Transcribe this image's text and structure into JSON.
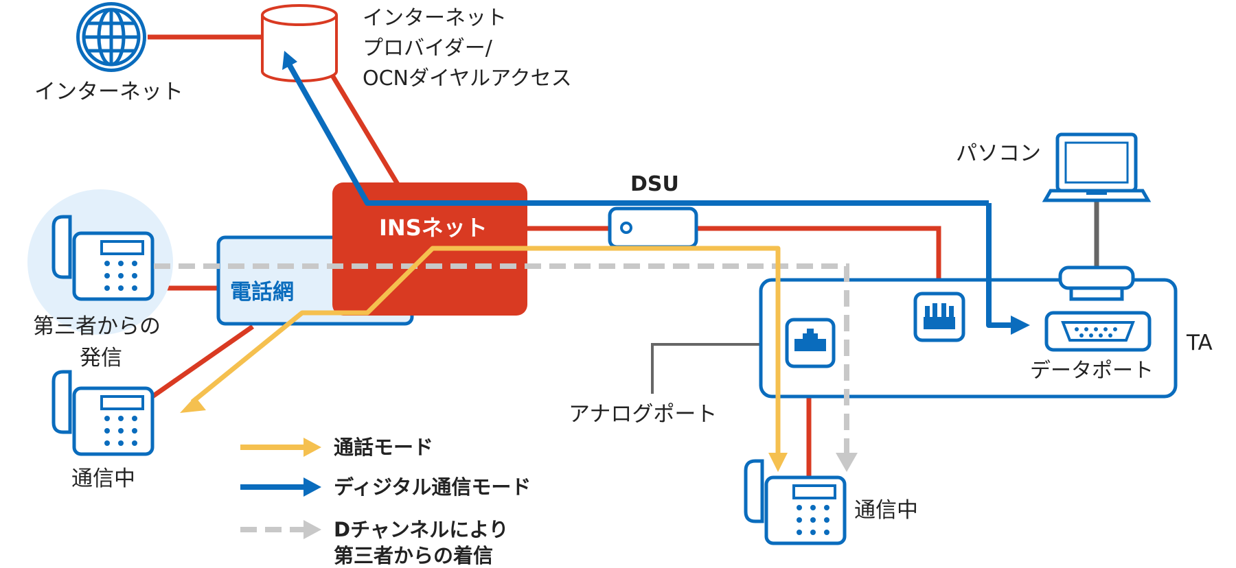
{
  "labels": {
    "internet": "インターネット",
    "provider_line1": "インターネット",
    "provider_line2": "プロバイダー/",
    "provider_line3": "OCNダイヤルアクセス",
    "ins_net": "INSネット",
    "phone_network": "電話網",
    "dsu": "DSU",
    "pc": "パソコン",
    "ta": "TA",
    "data_port": "データポート",
    "analog_port": "アナログポート",
    "third_party_line1": "第三者からの",
    "third_party_line2": "発信",
    "in_call_left": "通信中",
    "in_call_right": "通信中"
  },
  "legend": {
    "voice": "通話モード",
    "digital": "ディジタル通信モード",
    "dchannel_line1": "Dチャンネルにより",
    "dchannel_line2": "第三者からの着信"
  },
  "colors": {
    "red": "#d93a22",
    "blue": "#0a6cbd",
    "yellow": "#f5c04f",
    "gray": "#c8c8c8",
    "dark_gray": "#666666",
    "light_blue": "#e3f0fb"
  }
}
